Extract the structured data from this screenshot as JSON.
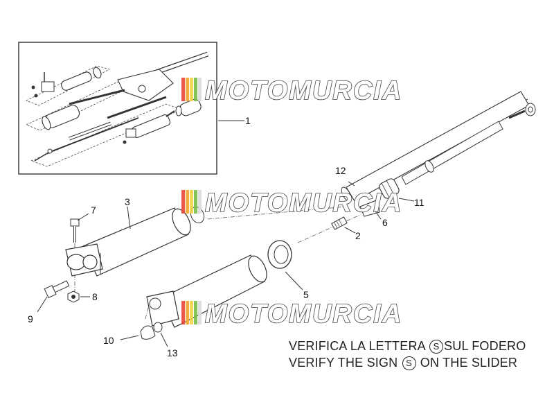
{
  "callouts": {
    "c1": "1",
    "c2": "2",
    "c3": "3",
    "c5": "5",
    "c6": "6",
    "c7": "7",
    "c8": "8",
    "c9": "9",
    "c10": "10",
    "c11": "11",
    "c12": "12",
    "c13": "13"
  },
  "notes": {
    "line1_before": "VERIFICA LA LETTERA ",
    "line1_sign": "S",
    "line1_after": "SUL FODERO",
    "line2_before": "VERIFY THE SIGN ",
    "line2_sign": "S",
    "line2_after": " ON THE SLIDER"
  },
  "watermark": {
    "text": "MOTOMURCIA",
    "stripe_colors": [
      "#e94b3c",
      "#f4a934",
      "#f6d34a",
      "#7bbf4a",
      "#dddddd"
    ]
  }
}
